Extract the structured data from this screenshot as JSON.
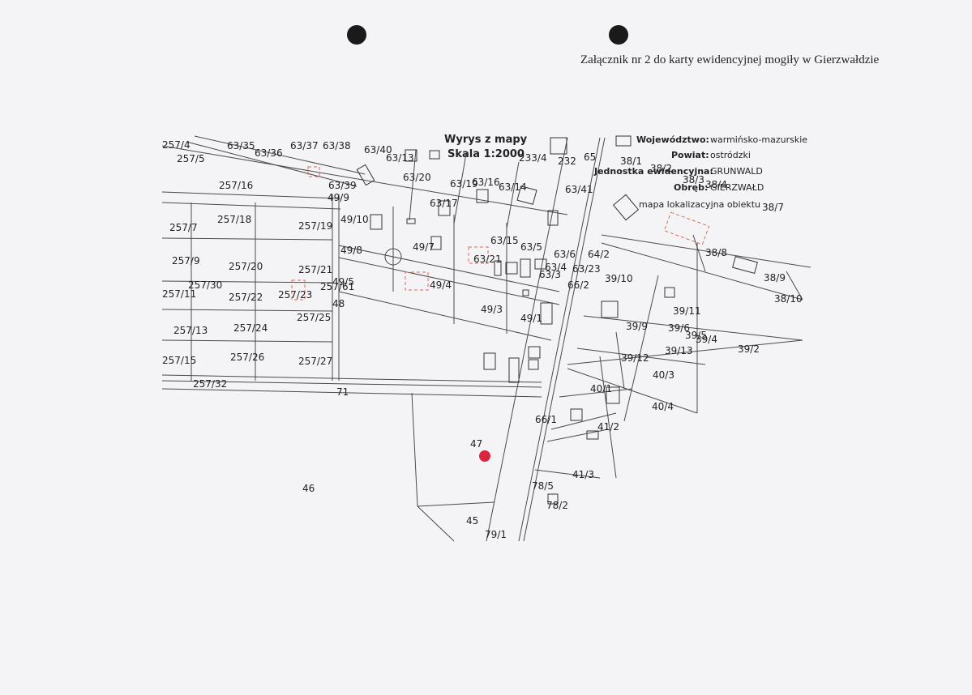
{
  "header_note": "Załącznik nr 2 do karty ewidencyjnej mogiły w Gierzwałdzie",
  "map_title": "Wyrys z mapy",
  "map_scale": "Skala 1:2000",
  "info": {
    "wojewodztwo_key": "Województwo:",
    "wojewodztwo_val": "warmińsko-mazurskie",
    "powiat_key": "Powiat:",
    "powiat_val": "ostródzki",
    "jednostka_key": "Jednostka ewidencyjna:",
    "jednostka_val": "GRUNWALD",
    "obreb_key": "Obręb:",
    "obreb_val": "GIERZWAŁD",
    "legend_text": "mapa lokalizacyjna obiektu"
  },
  "marker_label": "47",
  "marker_color": "#d7263d",
  "parcels": [
    "257/4",
    "257/5",
    "63/35",
    "63/36",
    "63/37",
    "63/38",
    "63/40",
    "63/13",
    "63/20",
    "63/39",
    "63/19",
    "63/16",
    "63/14",
    "63/17",
    "233/4",
    "232",
    "65",
    "63/41",
    "38/1",
    "38/2",
    "38/3",
    "38/4",
    "38/7",
    "257/16",
    "257/18",
    "257/19",
    "257/7",
    "49/10",
    "49/9",
    "49/8",
    "49/7",
    "63/15",
    "63/5",
    "63/21",
    "63/6",
    "64/2",
    "63/4",
    "63/23",
    "63/3",
    "38/8",
    "257/9",
    "257/20",
    "257/21",
    "49/5",
    "49/4",
    "257/30",
    "257/11",
    "257/22",
    "257/23",
    "257/61",
    "48",
    "66/2",
    "39/10",
    "38/9",
    "38/10",
    "49/3",
    "49/1",
    "39/11",
    "257/13",
    "257/24",
    "257/25",
    "39/9",
    "39/6",
    "39/5",
    "39/4",
    "39/13",
    "39/2",
    "257/15",
    "257/26",
    "257/27",
    "39/12",
    "40/3",
    "257/32",
    "71",
    "40/1",
    "40/4",
    "66/1",
    "41/2",
    "47",
    "41/3",
    "46",
    "78/5",
    "78/2",
    "45",
    "79/1"
  ]
}
